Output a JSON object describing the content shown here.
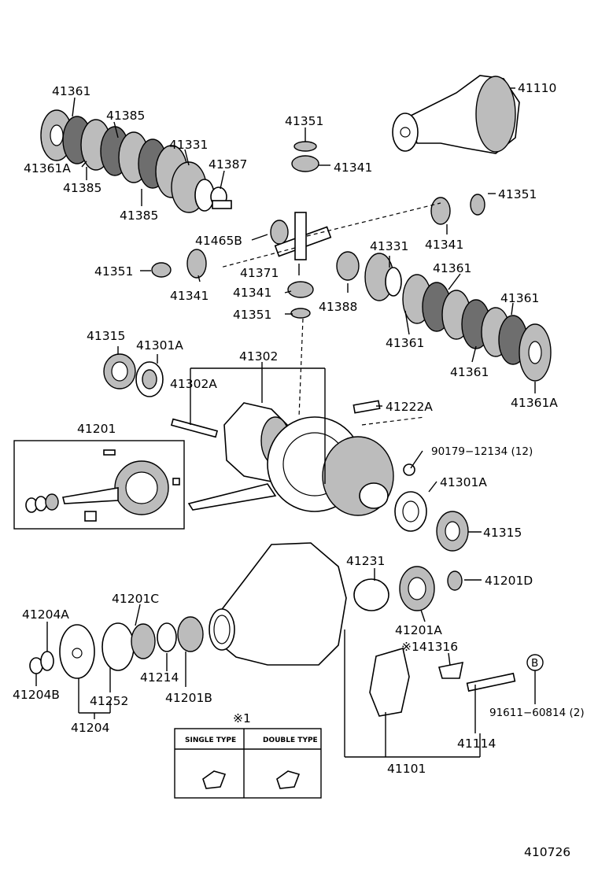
{
  "diagram_id": "410726",
  "callouts": {
    "c41361_top": "41361",
    "c41385_a": "41385",
    "c41361A_left": "41361A",
    "c41385_b": "41385",
    "c41331_a": "41331",
    "c41387": "41387",
    "c41385_c": "41385",
    "c41351_top": "41351",
    "c41341_top": "41341",
    "c41110": "41110",
    "c41351_right": "41351",
    "c41465B": "41465B",
    "c41341_right": "41341",
    "c41331_b": "41331",
    "c41361_mid": "41361",
    "c41361_r2": "41361",
    "c41351_left": "41351",
    "c41371": "41371",
    "c41341_left": "41341",
    "c41341_center": "41341",
    "c41351_center": "41351",
    "c41388": "41388",
    "c41361_r3": "41361",
    "c41361_r4": "41361",
    "c41361A_right": "41361A",
    "c41315_a": "41315",
    "c41301A_a": "41301A",
    "c41302": "41302",
    "c41302A": "41302A",
    "c41222A": "41222A",
    "c41201": "41201",
    "c90179": "90179−12134 (12)",
    "c41301A_b": "41301A",
    "c41315_b": "41315",
    "c41231": "41231",
    "c41201D": "41201D",
    "c41201C": "41201C",
    "c41204A": "41204A",
    "c41201A": "41201A",
    "c141316": "※141316",
    "c41214": "41214",
    "c41201B": "41201B",
    "c41204B": "41204B",
    "c41252": "41252",
    "c41204": "41204",
    "c91611": "91611−60814 (2)",
    "c41114": "41114",
    "c41101": "41101",
    "note_mark": "※1",
    "circle_B": "B"
  },
  "inset_table": {
    "single_label": "SINGLE TYPE",
    "double_label": "DOUBLE TYPE"
  }
}
